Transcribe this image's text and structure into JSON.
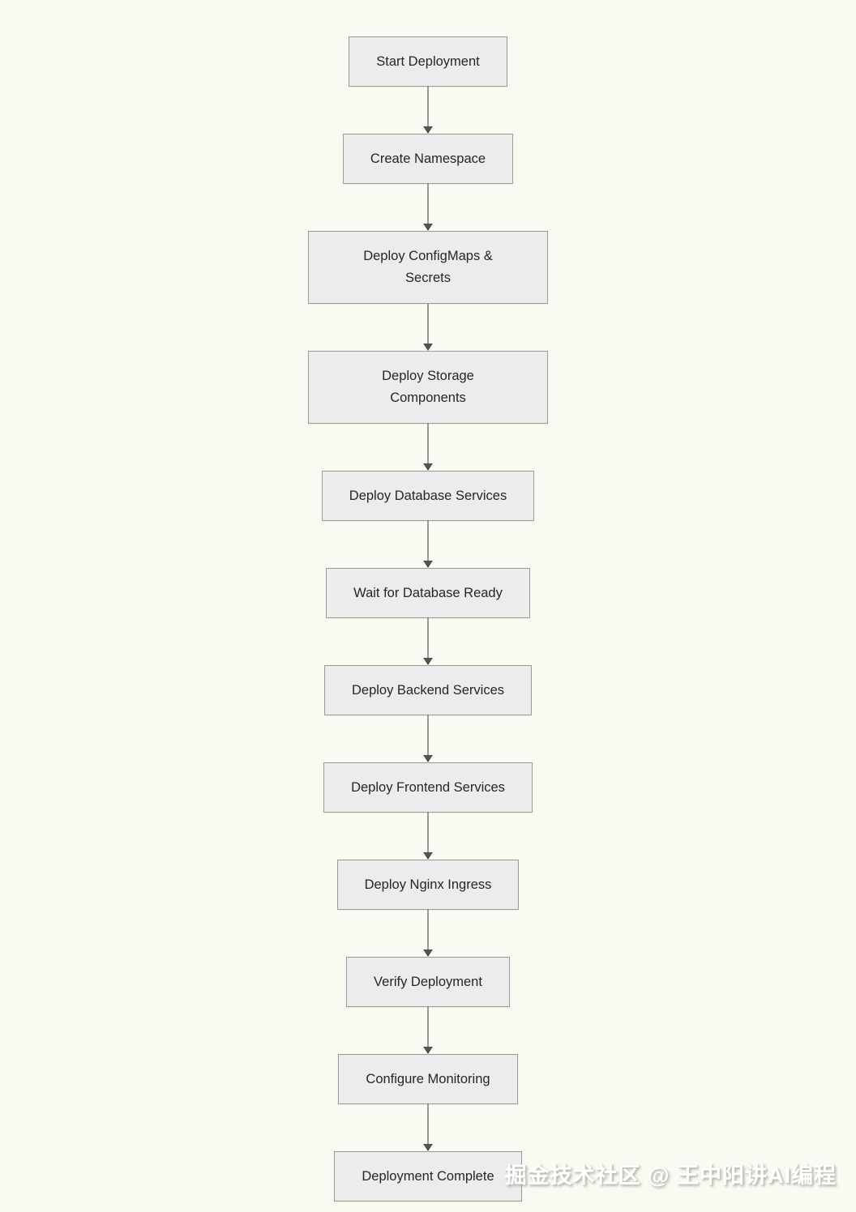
{
  "diagram": {
    "type": "flowchart",
    "direction": "top-down",
    "nodes": [
      {
        "id": "n1",
        "label": "Start Deployment"
      },
      {
        "id": "n2",
        "label": "Create Namespace"
      },
      {
        "id": "n3",
        "label": "Deploy ConfigMaps &\nSecrets"
      },
      {
        "id": "n4",
        "label": "Deploy Storage\nComponents"
      },
      {
        "id": "n5",
        "label": "Deploy Database Services"
      },
      {
        "id": "n6",
        "label": "Wait for Database Ready"
      },
      {
        "id": "n7",
        "label": "Deploy Backend Services"
      },
      {
        "id": "n8",
        "label": "Deploy Frontend Services"
      },
      {
        "id": "n9",
        "label": "Deploy Nginx Ingress"
      },
      {
        "id": "n10",
        "label": "Verify Deployment"
      },
      {
        "id": "n11",
        "label": "Configure Monitoring"
      },
      {
        "id": "n12",
        "label": "Deployment Complete"
      }
    ],
    "edges": [
      {
        "from": "n1",
        "to": "n2"
      },
      {
        "from": "n2",
        "to": "n3"
      },
      {
        "from": "n3",
        "to": "n4"
      },
      {
        "from": "n4",
        "to": "n5"
      },
      {
        "from": "n5",
        "to": "n6"
      },
      {
        "from": "n6",
        "to": "n7"
      },
      {
        "from": "n7",
        "to": "n8"
      },
      {
        "from": "n8",
        "to": "n9"
      },
      {
        "from": "n9",
        "to": "n10"
      },
      {
        "from": "n10",
        "to": "n11"
      },
      {
        "from": "n11",
        "to": "n12"
      }
    ]
  },
  "watermark": {
    "text": "掘金技术社区 @ 王中阳讲AI编程"
  },
  "colors": {
    "background": "#fbfaf2",
    "node_fill": "#ececec",
    "node_border": "#9a9a9a",
    "node_text": "#262626",
    "arrow_line": "#969696",
    "arrow_head": "#525252",
    "watermark_text": "#ffffff"
  }
}
